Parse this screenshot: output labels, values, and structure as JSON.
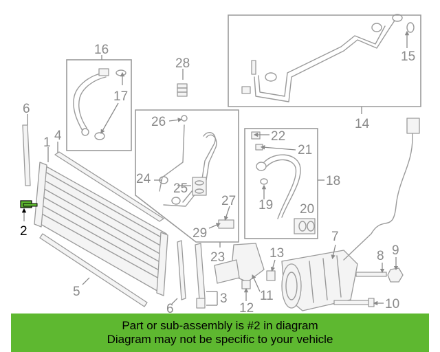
{
  "diagram": {
    "callouts": {
      "c1": "1",
      "c2": "2",
      "c3": "3",
      "c4": "4",
      "c5": "5",
      "c6a": "6",
      "c6b": "6",
      "c7": "7",
      "c8": "8",
      "c9": "9",
      "c10": "10",
      "c11": "11",
      "c12": "12",
      "c13": "13",
      "c14": "14",
      "c15": "15",
      "c16": "16",
      "c17": "17",
      "c18": "18",
      "c19": "19",
      "c20": "20",
      "c21": "21",
      "c22": "22",
      "c23": "23",
      "c24": "24",
      "c25": "25",
      "c26": "26",
      "c27": "27",
      "c28": "28",
      "c29": "29"
    },
    "highlighted_part": "2",
    "highlight_color": "#5eb830"
  },
  "banner": {
    "line1": "Part or sub-assembly is #2 in diagram",
    "line2": "Diagram may not be specific to your vehicle",
    "color": "#5eb830"
  }
}
